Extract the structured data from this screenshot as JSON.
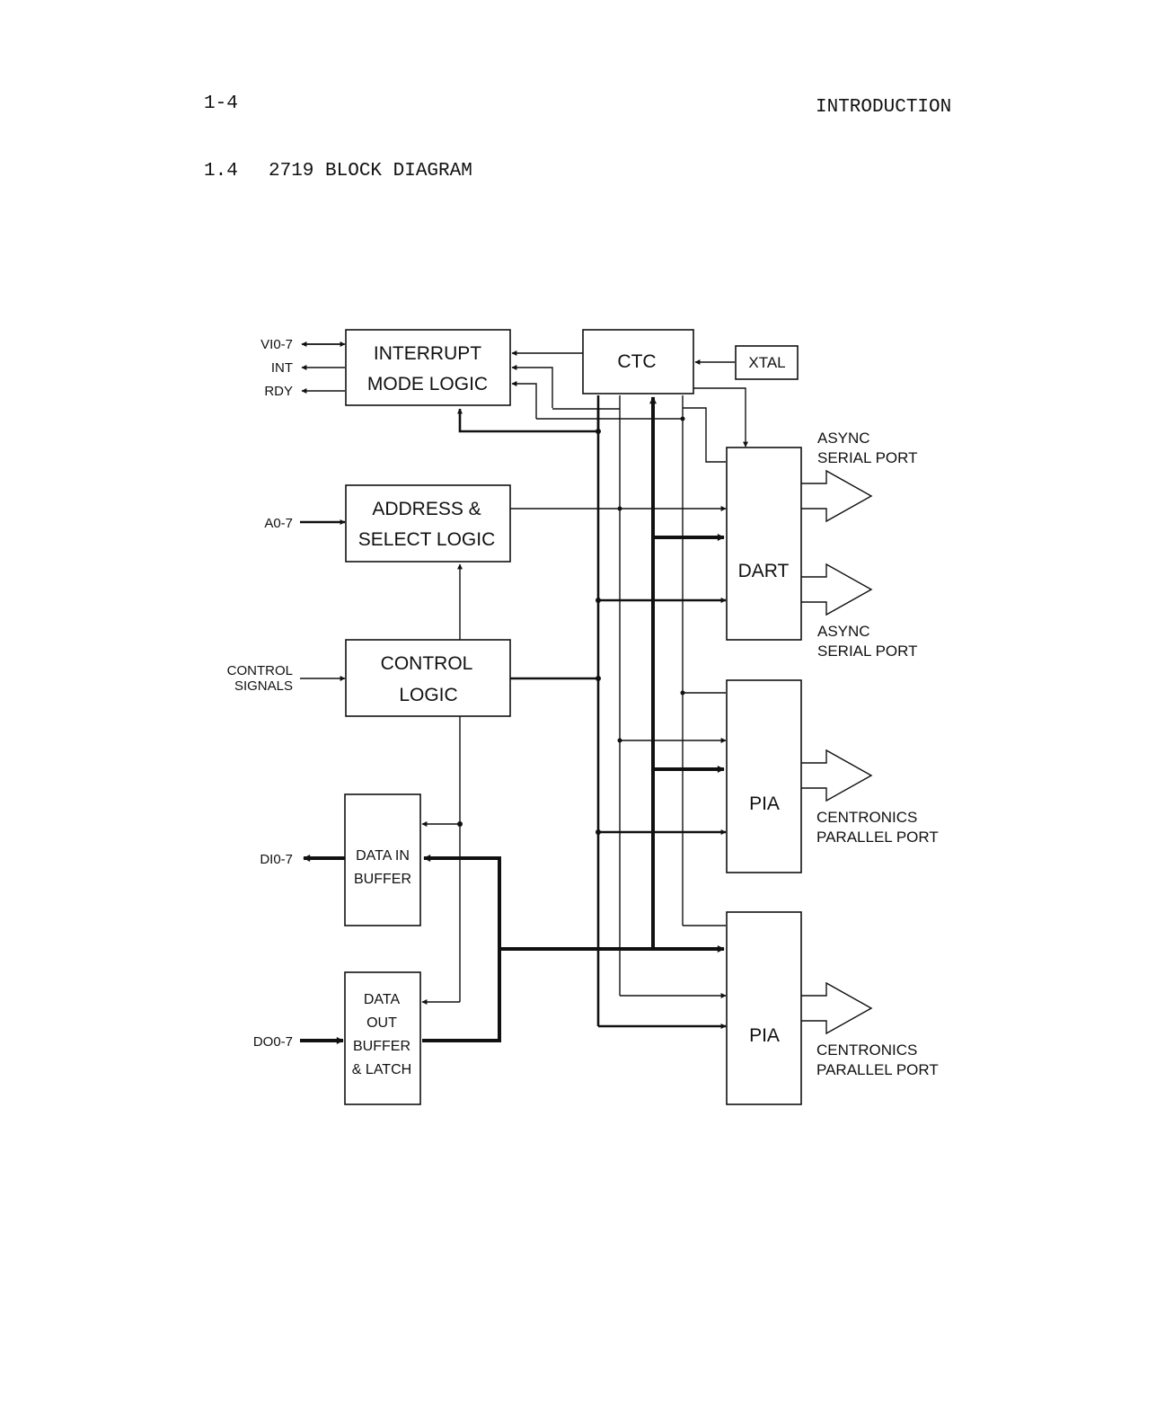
{
  "header": {
    "page_number": "1-4",
    "chapter": "INTRODUCTION"
  },
  "section": {
    "number": "1.4",
    "title": "2719 BLOCK DIAGRAM"
  },
  "diagram": {
    "blocks": {
      "interrupt": [
        "INTERRUPT",
        "MODE LOGIC"
      ],
      "ctc": "CTC",
      "xtal": "XTAL",
      "address": [
        "ADDRESS &",
        "SELECT LOGIC"
      ],
      "control": [
        "CONTROL",
        "LOGIC"
      ],
      "data_in": [
        "DATA IN",
        "BUFFER"
      ],
      "data_out": [
        "DATA",
        "OUT",
        "BUFFER",
        "& LATCH"
      ],
      "dart": "DART",
      "pia1": "PIA",
      "pia2": "PIA"
    },
    "signals": {
      "vi": "VI0-7",
      "int": "INT",
      "rdy": "RDY",
      "a": "A0-7",
      "control": [
        "CONTROL",
        "SIGNALS"
      ],
      "di": "DI0-7",
      "do": "DO0-7"
    },
    "ports": {
      "async1": [
        "ASYNC",
        "SERIAL PORT"
      ],
      "async2": [
        "ASYNC",
        "SERIAL PORT"
      ],
      "parallel1": [
        "CENTRONICS",
        "PARALLEL PORT"
      ],
      "parallel2": [
        "CENTRONICS",
        "PARALLEL PORT"
      ]
    }
  }
}
